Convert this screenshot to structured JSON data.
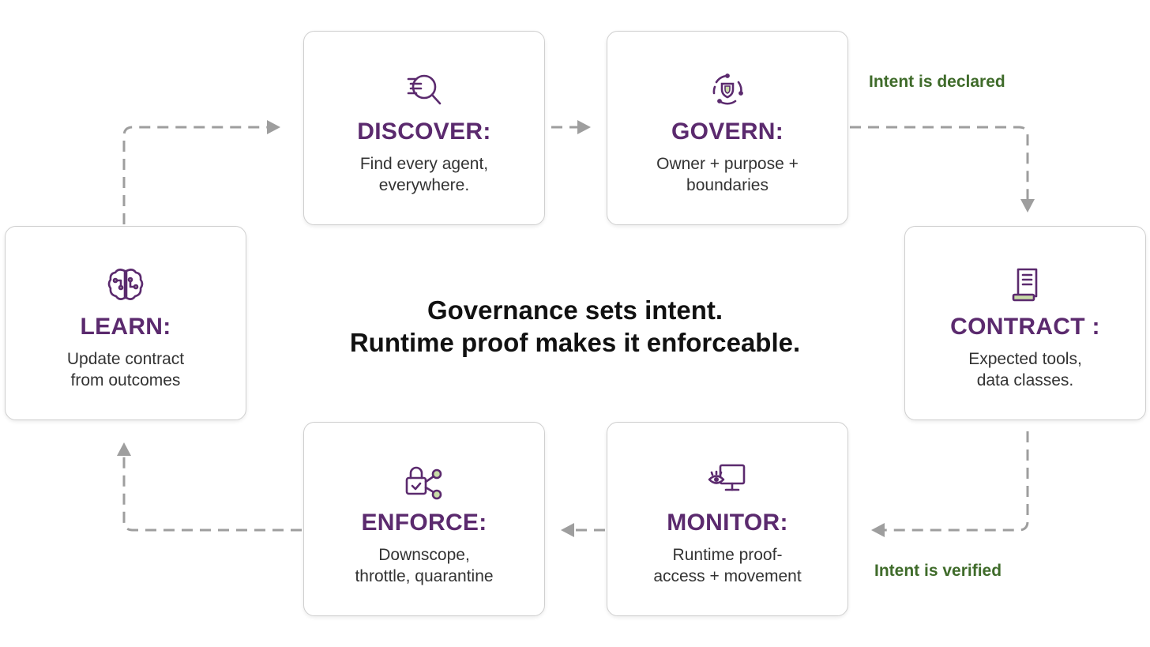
{
  "center": {
    "line1": "Governance sets intent.",
    "line2": "Runtime proof makes it enforceable."
  },
  "notes": {
    "declared": "Intent is declared",
    "verified": "Intent is verified"
  },
  "steps": [
    {
      "icon": "magnifier-lines-icon",
      "title": "DISCOVER:",
      "desc1": "Find every agent,",
      "desc2": "everywhere."
    },
    {
      "icon": "shield-cycle-icon",
      "title": "GOVERN:",
      "desc1": "Owner + purpose +",
      "desc2": "boundaries"
    },
    {
      "icon": "document-receipt-icon",
      "title": "CONTRACT :",
      "desc1": "Expected tools,",
      "desc2": "data classes."
    },
    {
      "icon": "eye-monitor-icon",
      "title": "MONITOR:",
      "desc1": "Runtime proof-",
      "desc2": "access + movement"
    },
    {
      "icon": "lock-nodes-icon",
      "title": "ENFORCE:",
      "desc1": "Downscope,",
      "desc2": "throttle, quarantine"
    },
    {
      "icon": "brain-circuit-icon",
      "title": "LEARN:",
      "desc1": "Update contract",
      "desc2": "from outcomes"
    }
  ],
  "colors": {
    "accent": "#5b2a6e",
    "note": "#3f6b2a",
    "connector": "#9e9e9e",
    "icon_highlight": "#c9dca8"
  }
}
